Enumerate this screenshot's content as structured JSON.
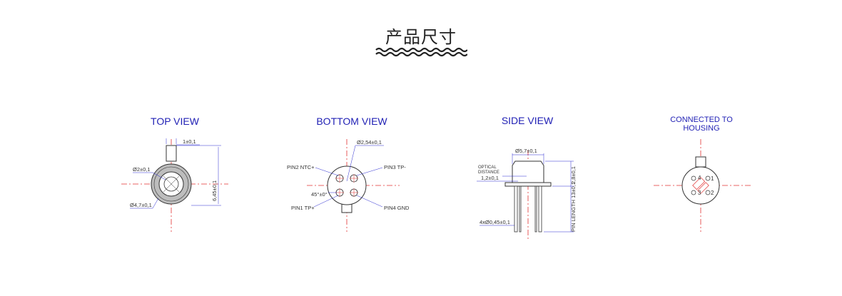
{
  "header": {
    "title": "产品尺寸"
  },
  "colors": {
    "title_blue": "#1f1fb4",
    "centerline_red": "#e23030",
    "outline": "#333333",
    "dim_blue": "#2b2bd0",
    "fill_gray": "#bdbdbd"
  },
  "top_view": {
    "title": "TOP VIEW",
    "dim_tab": "1±0,1",
    "dim_inner": "Ø2±0,1",
    "dim_outer": "Ø4,7±0,1",
    "dim_height": "6,45±0,1"
  },
  "bottom_view": {
    "title": "BOTTOM VIEW",
    "dim_pitch": "Ø2,54±0,1",
    "pin2": "PIN2 NTC+",
    "pin3": "PIN3 TP-",
    "pin1": "PIN1 TP+",
    "pin4": "PIN4 GND",
    "angle": "45°±0°"
  },
  "side_view": {
    "title": "SIDE VIEW",
    "dim_top": "Ø5,7±0,1",
    "optical_1": "OPTICAL",
    "optical_2": "DISTANCE",
    "optical_val": "1,2±0,1",
    "dim_body": "2,8±0,1",
    "pin_length": "PIN LENGTH 13±0,1",
    "pin_dia": "4xØ0,45±0,1"
  },
  "connection_view": {
    "title_line1": "CONNECTED TO",
    "title_line2": "HOUSING",
    "pin_labels": [
      "4",
      "1",
      "3",
      "2"
    ]
  }
}
